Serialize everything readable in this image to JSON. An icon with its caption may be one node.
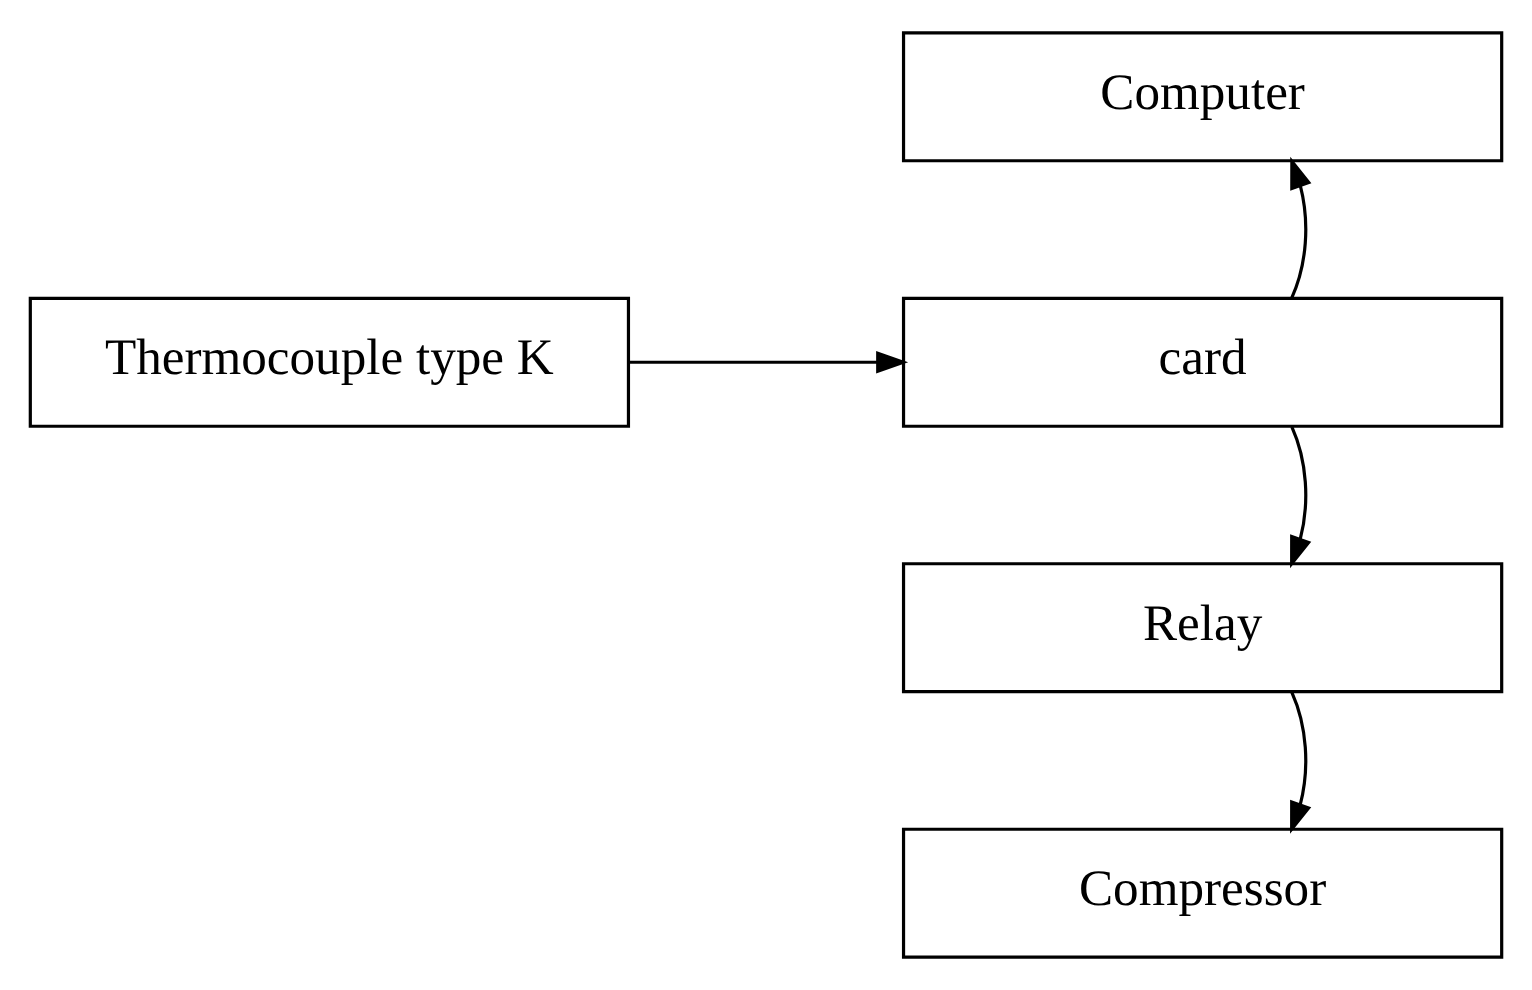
{
  "diagram": {
    "nodes": [
      {
        "text": [
          "Computer"
        ]
      },
      {
        "text": [
          "card"
        ]
      },
      {
        "text": [
          "Thermocouple type K"
        ]
      },
      {
        "text": [
          "Relay"
        ]
      },
      {
        "text": [
          "Compressor"
        ]
      }
    ],
    "edges": [
      {
        "from": 1,
        "to": 0,
        "arrow": "to"
      },
      {
        "from": 2,
        "to": 1,
        "arrow": "to"
      },
      {
        "from": 1,
        "to": 3,
        "arrow": "to"
      },
      {
        "from": 3,
        "to": 4,
        "arrow": "to"
      }
    ]
  }
}
